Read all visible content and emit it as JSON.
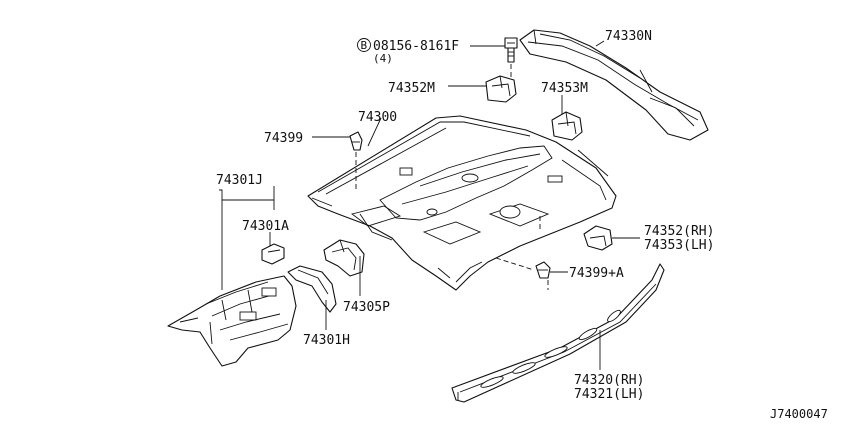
{
  "labels": {
    "bolt": "08156-8161F",
    "bolt_badge": "B",
    "bolt_qty": "(4)",
    "rear_member": "74330N",
    "bracket_top": "74352M",
    "bracket_right": "74353M",
    "floor_main": "74300",
    "clip_left": "74399",
    "front_floor": "74301J",
    "front_bracket": "74301A",
    "bracket_rh": "74352(RH)",
    "bracket_lh": "74353(LH)",
    "clip_right": "74399+A",
    "center_piece": "74305P",
    "front_piece": "74301H",
    "sill_rh": "74320(RH)",
    "sill_lh": "74321(LH)"
  },
  "reference_code": "J7400047"
}
